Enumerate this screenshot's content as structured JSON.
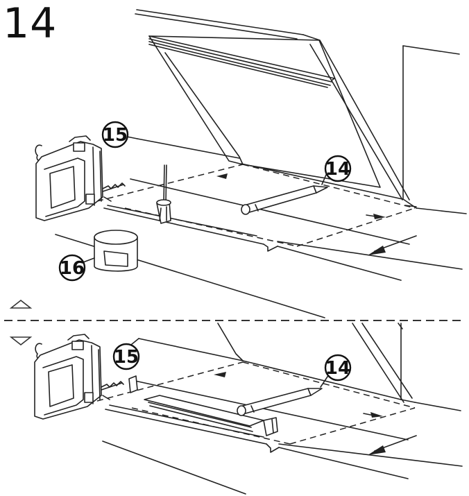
{
  "step": {
    "number": "14"
  },
  "callouts": {
    "top_saw": "15",
    "top_pencil": "14",
    "top_tape": "16",
    "bottom_saw": "15",
    "bottom_pencil": "14"
  },
  "markers": {
    "upper": "triangle-up",
    "lower": "triangle-down"
  }
}
